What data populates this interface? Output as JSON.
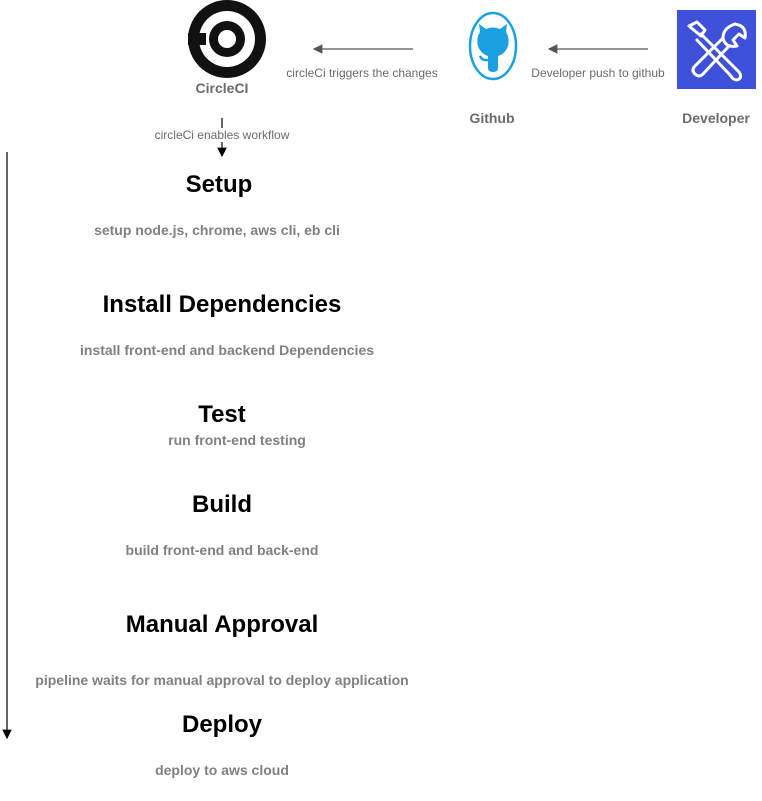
{
  "nodes": {
    "circleci": {
      "label": "CircleCI",
      "icon": "circleci-logo-icon"
    },
    "github": {
      "label": "Github",
      "icon": "github-octocat-icon",
      "color": "#1ba1e2"
    },
    "developer": {
      "label": "Developer",
      "icon": "developer-tools-icon",
      "color": "#3f51d9"
    }
  },
  "edges": {
    "developer_to_github": "Developer push to github",
    "github_to_circleci": "circleCi triggers the changes",
    "circleci_to_workflow": "circleCi enables workflow"
  },
  "steps": [
    {
      "title": "Setup",
      "desc": "setup node.js, chrome, aws cli, eb cli"
    },
    {
      "title": "Install Dependencies",
      "desc": "install front-end and backend Dependencies"
    },
    {
      "title": "Test",
      "desc": "run front-end testing"
    },
    {
      "title": "Build",
      "desc": "build front-end and back-end"
    },
    {
      "title": "Manual Approval",
      "desc": "pipeline waits for manual approval to deploy application"
    },
    {
      "title": "Deploy",
      "desc": "deploy to aws cloud"
    }
  ]
}
